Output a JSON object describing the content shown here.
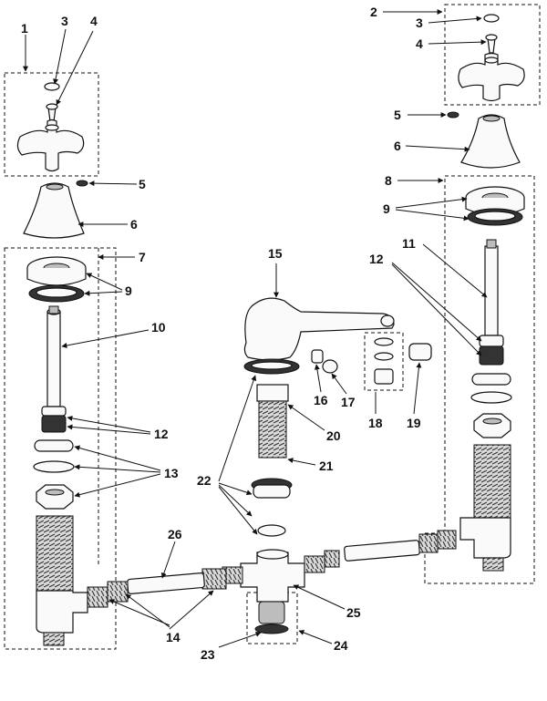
{
  "callouts": {
    "c1": "1",
    "c2": "2",
    "c3a": "3",
    "c3b": "3",
    "c4a": "4",
    "c4b": "4",
    "c5a": "5",
    "c5b": "5",
    "c6a": "6",
    "c6b": "6",
    "c7": "7",
    "c8": "8",
    "c9a": "9",
    "c9b": "9",
    "c10": "10",
    "c11": "11",
    "c12a": "12",
    "c12b": "12",
    "c13": "13",
    "c14": "14",
    "c15": "15",
    "c16": "16",
    "c17": "17",
    "c18": "18",
    "c19": "19",
    "c20": "20",
    "c21": "21",
    "c22": "22",
    "c23": "23",
    "c24": "24",
    "c25": "25",
    "c26": "26"
  }
}
